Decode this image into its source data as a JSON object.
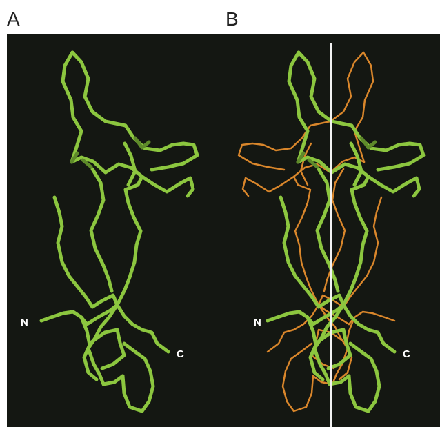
{
  "panels": [
    {
      "letter": "A",
      "n_label": "N",
      "c_label": "C"
    },
    {
      "letter": "B",
      "n_label": "N",
      "c_label": "C"
    }
  ],
  "colors": {
    "background": "#141712",
    "backbone_green": "#8cc63f",
    "backbone_green_dark": "#5e8a2a",
    "backbone_orange": "#d9862b",
    "axis_line": "#f2f2f2"
  }
}
